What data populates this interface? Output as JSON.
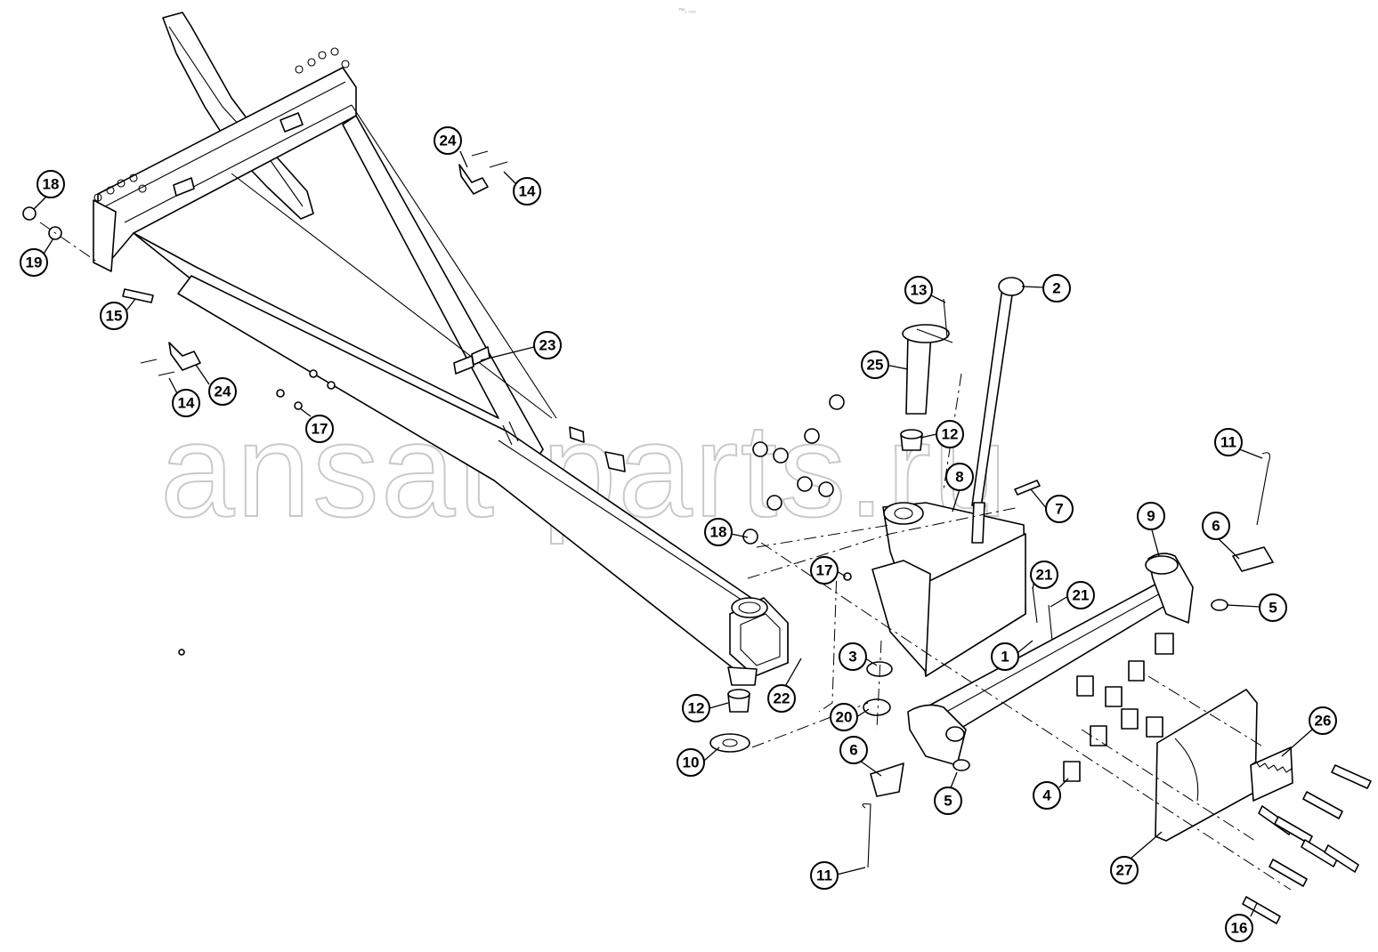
{
  "header_mark": "™₁ ₀₀₀",
  "watermark": "ansat-parts.ru",
  "callouts": [
    {
      "label": "18"
    },
    {
      "label": "19"
    },
    {
      "label": "15"
    },
    {
      "label": "24"
    },
    {
      "label": "14"
    },
    {
      "label": "24"
    },
    {
      "label": "14"
    },
    {
      "label": "17"
    },
    {
      "label": "23"
    },
    {
      "label": "13"
    },
    {
      "label": "2"
    },
    {
      "label": "25"
    },
    {
      "label": "12"
    },
    {
      "label": "8"
    },
    {
      "label": "7"
    },
    {
      "label": "11"
    },
    {
      "label": "9"
    },
    {
      "label": "6"
    },
    {
      "label": "5"
    },
    {
      "label": "18"
    },
    {
      "label": "17"
    },
    {
      "label": "21"
    },
    {
      "label": "21"
    },
    {
      "label": "1"
    },
    {
      "label": "3"
    },
    {
      "label": "12"
    },
    {
      "label": "22"
    },
    {
      "label": "20"
    },
    {
      "label": "10"
    },
    {
      "label": "6"
    },
    {
      "label": "5"
    },
    {
      "label": "4"
    },
    {
      "label": "26"
    },
    {
      "label": "11"
    },
    {
      "label": "27"
    },
    {
      "label": "16"
    }
  ]
}
